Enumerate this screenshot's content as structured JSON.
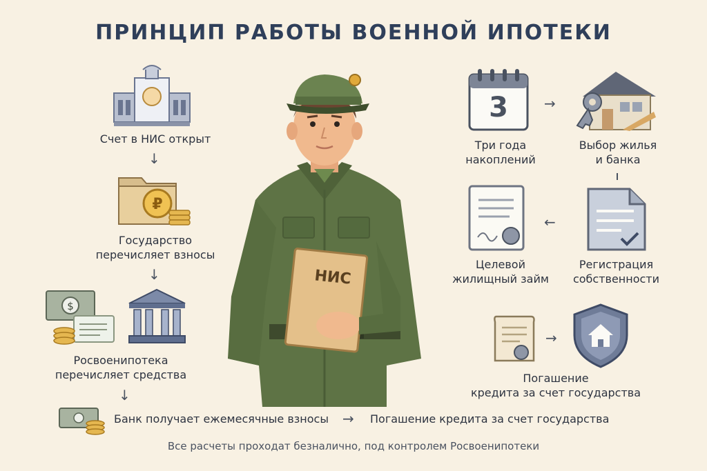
{
  "title": "ПРИНЦИП РАБОТЫ ВОЕННОЙ ИПОТЕКИ",
  "left": {
    "step1": "Счет в НИС открыт",
    "step2": [
      "Государство",
      "перечисляет взносы"
    ],
    "step3": [
      "Росвоенипотека",
      "перечисляет средства"
    ],
    "bank_payments": "Банк получает ежемесячные взносы",
    "repayment": "Погашение кредита за счет государства"
  },
  "center": {
    "folder_label": "НИС"
  },
  "right": {
    "calendar_number": "3",
    "three_years": [
      "Три года",
      "накоплений"
    ],
    "housing_choice": [
      "Выбор жилья",
      "и банка"
    ],
    "target_loan": [
      "Целевой",
      "жилищный займ"
    ],
    "registration": [
      "Регистрация",
      "собственности"
    ],
    "repayment": [
      "Погашение",
      "кредита за счет государства"
    ]
  },
  "footer": "Все расчеты проходат безналично, под контролем Росвоенипотеки",
  "arrows": {
    "down": "↓",
    "right": "→",
    "left": "←"
  },
  "icons": [
    "government-building-icon",
    "folder-ruble-icon",
    "money-coins-icon",
    "bank-icon",
    "soldier-figure",
    "calendar-icon",
    "house-key-icon",
    "contract-icon",
    "document-check-icon",
    "loan-document-icon",
    "house-shield-icon"
  ],
  "colors": {
    "title": "#2f3f5a",
    "uniform": "#5e7345",
    "background": "#f8f1e3",
    "accent_gold": "#e0a93a"
  }
}
